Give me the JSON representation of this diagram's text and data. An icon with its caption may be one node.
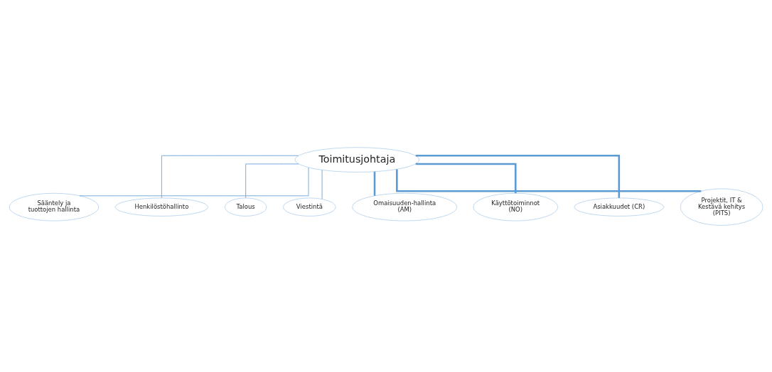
{
  "diagram": {
    "nodes": [
      {
        "text": [
          "Toimitusjohtaja"
        ]
      },
      {
        "text": [
          "Sääntely ja tuottojen hallinta"
        ]
      },
      {
        "text": [
          "Henkilöstöhallinto"
        ]
      },
      {
        "text": [
          "Talous"
        ]
      },
      {
        "text": [
          "Viestintä"
        ]
      },
      {
        "text": [
          "Omaisuuden-hallinta (AM)"
        ]
      },
      {
        "text": [
          "Käyttötoiminnot (NO)"
        ]
      },
      {
        "text": [
          "Asiakkuudet (CR)"
        ]
      },
      {
        "text": [
          "Projektit, IT & Kestävä kehitys (PITS)"
        ]
      }
    ],
    "edges": [
      {
        "from": 0,
        "to": 1,
        "arrow": "none"
      },
      {
        "from": 0,
        "to": 2,
        "arrow": "none"
      },
      {
        "from": 0,
        "to": 3,
        "arrow": "none"
      },
      {
        "from": 0,
        "to": 4,
        "arrow": "none"
      },
      {
        "from": 0,
        "to": 5,
        "arrow": "none",
        "style": "thick"
      },
      {
        "from": 0,
        "to": 6,
        "arrow": "none",
        "style": "thick"
      },
      {
        "from": 0,
        "to": 7,
        "arrow": "none",
        "style": "thick"
      },
      {
        "from": 0,
        "to": 8,
        "arrow": "none",
        "style": "thick"
      }
    ]
  }
}
